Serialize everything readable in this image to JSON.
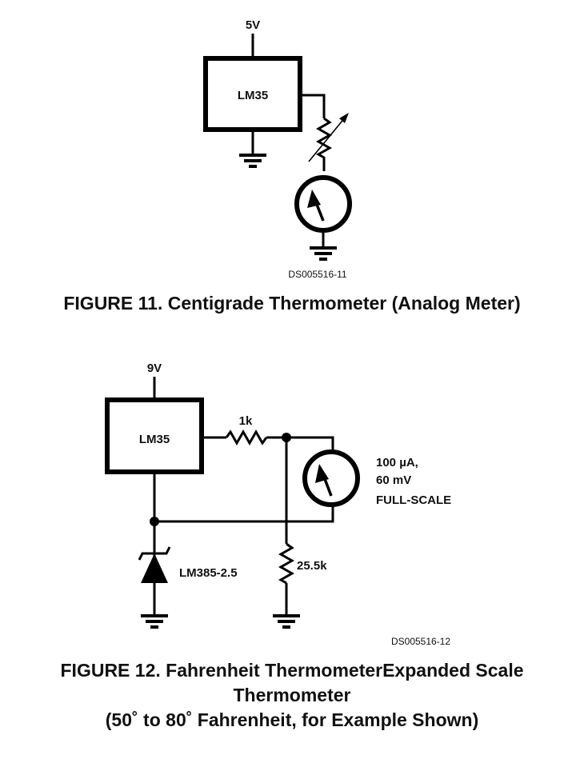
{
  "figure11": {
    "supply_label": "5V",
    "ic_label": "LM35",
    "drawing_id": "DS005516-11",
    "caption": "FIGURE 11. Centigrade Thermometer (Analog Meter)",
    "components": [
      "LM35",
      "variable-resistor",
      "analog-meter",
      "ground"
    ]
  },
  "figure12": {
    "supply_label": "9V",
    "ic_label": "LM35",
    "resistor1_label": "1k",
    "meter_label_line1": "100 µA,",
    "meter_label_line2": "60 mV",
    "meter_label_line3": "FULL-SCALE",
    "zener_label": "LM385-2.5",
    "resistor2_label": "25.5k",
    "drawing_id": "DS005516-12",
    "caption_line1": "FIGURE 12. Fahrenheit ThermometerExpanded Scale",
    "caption_line2": "Thermometer",
    "caption_line3": "(50˚ to 80˚ Fahrenheit, for Example Shown)"
  }
}
